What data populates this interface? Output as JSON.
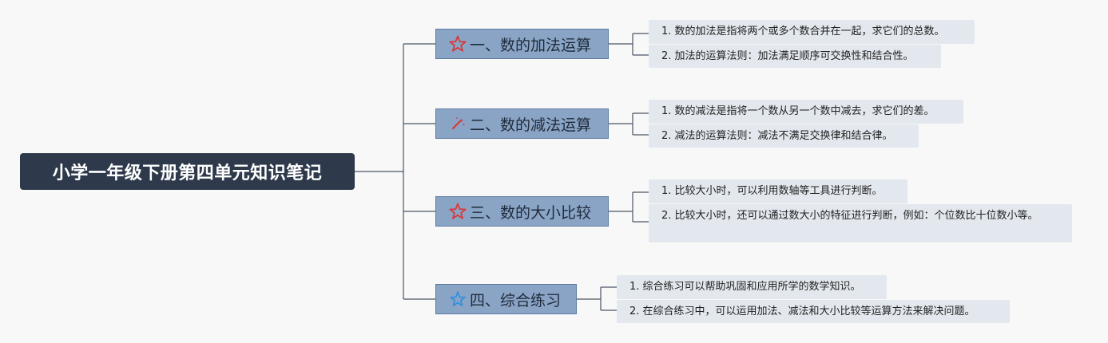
{
  "root": {
    "title": "小学一年级下册第四单元知识笔记"
  },
  "branches": [
    {
      "title": "一、数的加法运算",
      "icon": "red-star-outline-icon",
      "icon_color": "#d9383a",
      "notes": [
        "1. 数的加法是指将两个或多个数合并在一起，求它们的总数。",
        "2. 加法的运算法则：加法满足顺序可交换性和结合性。"
      ]
    },
    {
      "title": "二、数的减法运算",
      "icon": "magic-wand-icon",
      "icon_color": "#d9383a",
      "notes": [
        "1. 数的减法是指将一个数从另一个数中减去，求它们的差。",
        "2. 减法的运算法则：减法不满足交换律和结合律。"
      ]
    },
    {
      "title": "三、数的大小比较",
      "icon": "red-star-outline-icon",
      "icon_color": "#d9383a",
      "notes": [
        "1. 比较大小时，可以利用数轴等工具进行判断。",
        "2. 比较大小时，还可以通过数大小的特征进行判断，例如：个位数比十位数小等。"
      ]
    },
    {
      "title": "四、综合练习",
      "icon": "blue-star-outline-icon",
      "icon_color": "#2f8fe0",
      "notes": [
        "1. 综合练习可以帮助巩固和应用所学的数学知识。",
        "2. 在综合练习中，可以运用加法、减法和大小比较等运算方法来解决问题。"
      ]
    }
  ],
  "colors": {
    "root_bg": "#2e3a4b",
    "branch_bg": "#8aa4c6",
    "leaf_bg": "#e3e8ee",
    "connector": "#4a5566"
  }
}
